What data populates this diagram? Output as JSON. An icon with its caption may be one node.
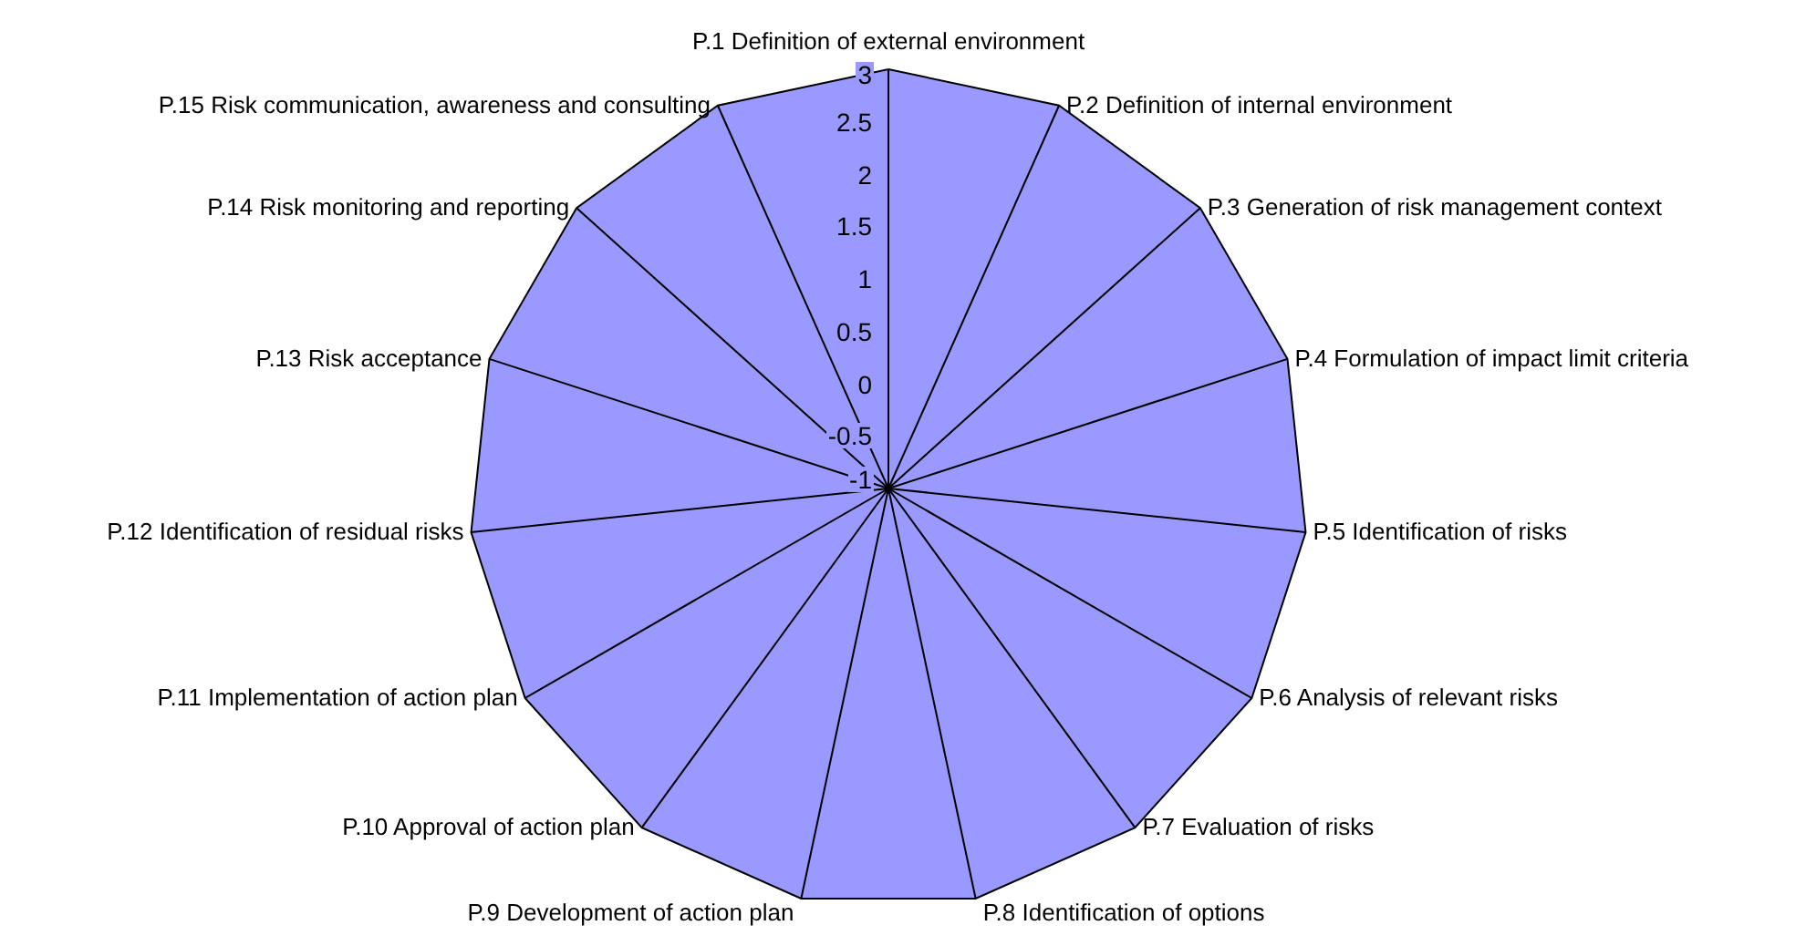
{
  "diagram": {
    "labels": [
      "P.1 Definition of external environment",
      "P.2 Definition of internal environment",
      "P.3 Generation of risk management context",
      "P.4 Formulation of impact limit criteria",
      "P.5 Identification of risks",
      "P.6 Analysis of relevant risks",
      "P.7 Evaluation of risks",
      "P.8 Identification of options",
      "P.9 Development of action plan",
      "P.10 Approval of action plan",
      "P.11 Implementation of action plan",
      "P.12 Identification of residual risks",
      "P.13 Risk acceptance",
      "P.14 Risk monitoring and reporting",
      "P.15 Risk communication, awareness and consulting",
      "3",
      "2.5",
      "2",
      "1.5",
      "1",
      "0.5",
      "0",
      "-0.5",
      "-1"
    ]
  }
}
